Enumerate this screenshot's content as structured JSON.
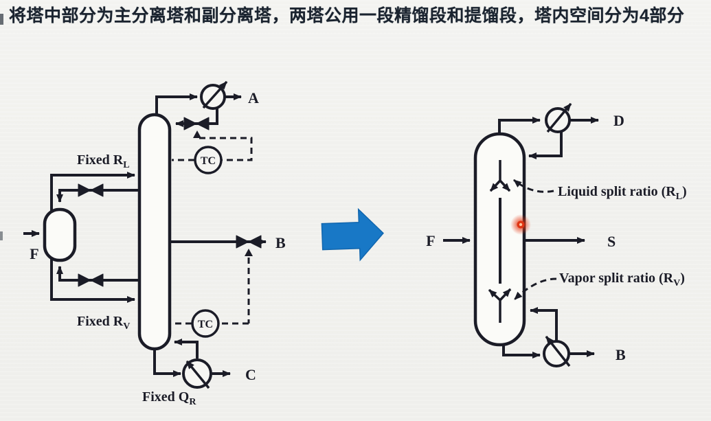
{
  "title": "将塔中部分为主分离塔和副分离塔，两塔公用一段精馏段和提馏段，塔内空间分为4部分",
  "colors": {
    "line": "#1b1c27",
    "blue_arrow": "#1878c6",
    "laser_dot": "#df3413",
    "background": "#f1f1ee",
    "title_text": "#1a232f"
  },
  "left_diagram": {
    "labels": {
      "feed": "F",
      "distillate": "A",
      "side_product": "B",
      "bottoms": "C"
    },
    "controllers": {
      "top": "TC",
      "side": "TC"
    },
    "annotations": {
      "fixed_rl": {
        "pre": "Fixed R",
        "sub": "L"
      },
      "fixed_rv": {
        "pre": "Fixed R",
        "sub": "V"
      },
      "fixed_qr": {
        "pre": "Fixed Q",
        "sub": "R"
      }
    }
  },
  "right_diagram": {
    "labels": {
      "feed": "F",
      "distillate": "D",
      "side_product": "S",
      "bottoms": "B"
    },
    "annotations": {
      "liquid_split": {
        "pre": "Liquid split ratio (R",
        "sub": "L",
        "post": ")"
      },
      "vapor_split": {
        "pre": "Vapor split ratio (R",
        "sub": "V",
        "post": ")"
      }
    }
  }
}
